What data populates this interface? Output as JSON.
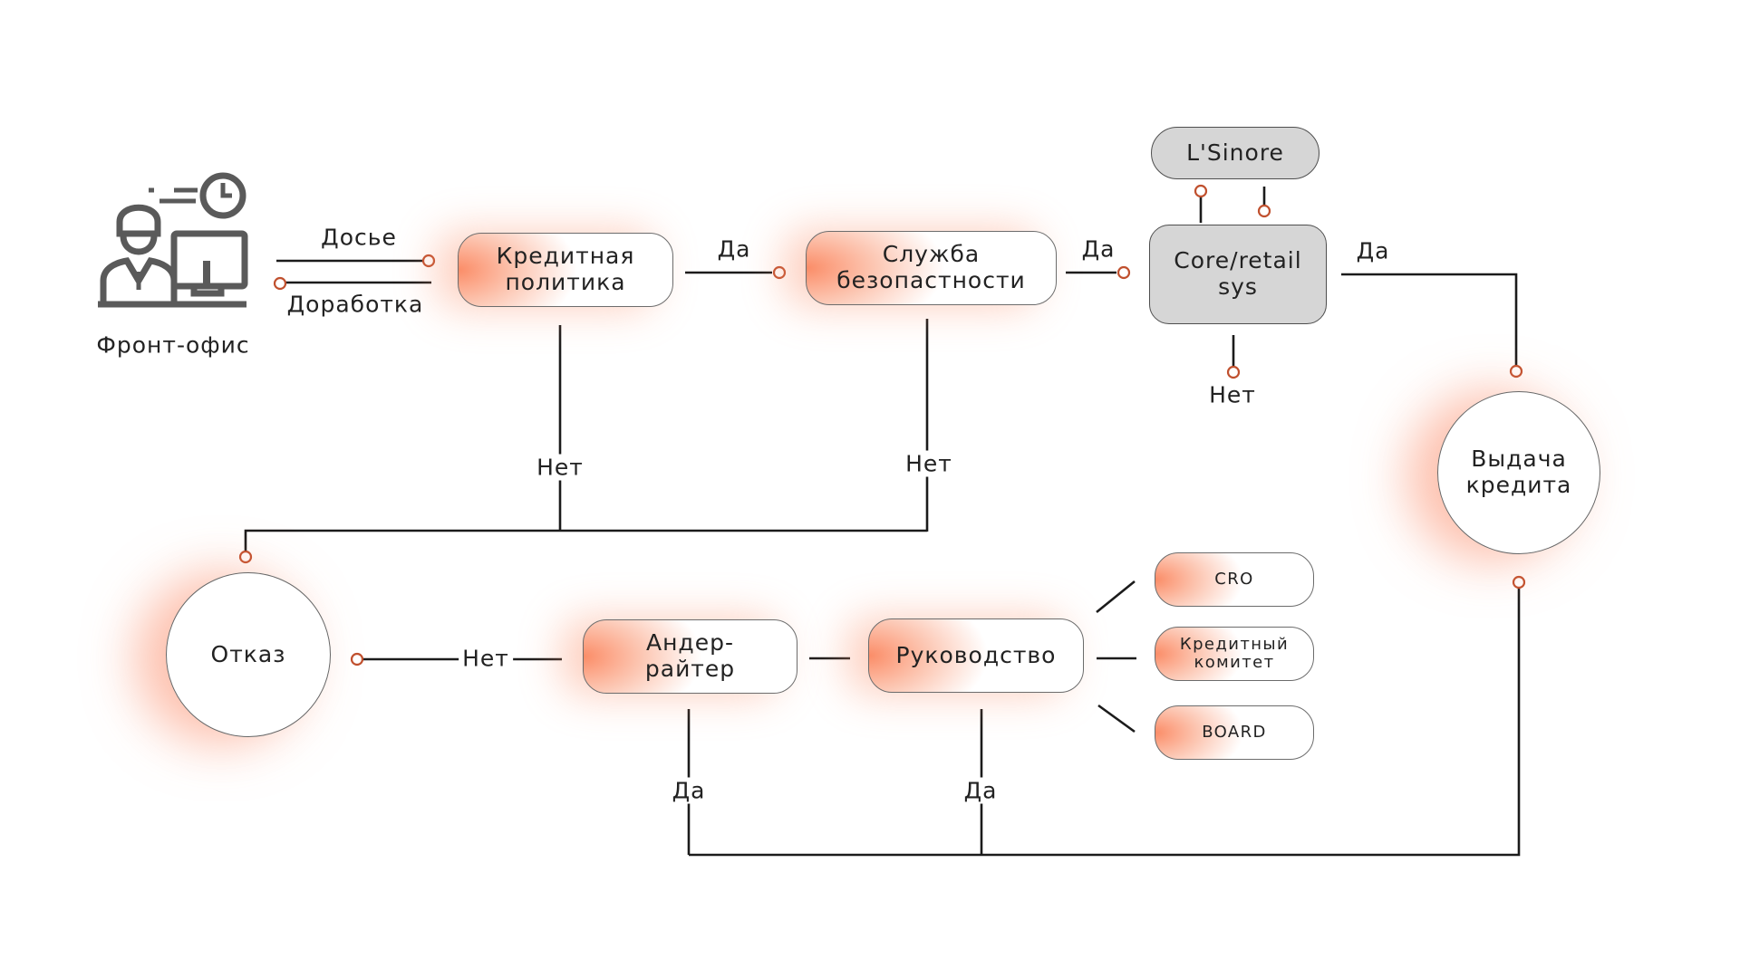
{
  "front_office": {
    "label": "Фронт-офис",
    "icon": "office-worker-clock-icon"
  },
  "nodes": {
    "credit_policy": "Кредитная политика",
    "security": "Служба безопастности",
    "core": "Core/retail sys",
    "lsinore": "L'Sinore",
    "issue": "Выдача кредита",
    "refusal": "Отказ",
    "underwriter": "Андер-райтер",
    "management": "Руководство",
    "cro": "CRO",
    "credit_committee": "Кредитный комитет",
    "board": "BOARD"
  },
  "labels": {
    "dossier": "Досье",
    "rework": "Доработка",
    "yes_policy": "Да",
    "yes_security": "Да",
    "yes_core": "Да",
    "no_core": "Нет",
    "no_policy": "Нет",
    "no_security": "Нет",
    "no_underwriter": "Нет",
    "yes_underwriter": "Да",
    "yes_management": "Да"
  },
  "colors": {
    "accent": "#fb8d68",
    "line": "#1b1b1b",
    "connector": "#c0502e",
    "grey_box": "#d6d6d6"
  }
}
